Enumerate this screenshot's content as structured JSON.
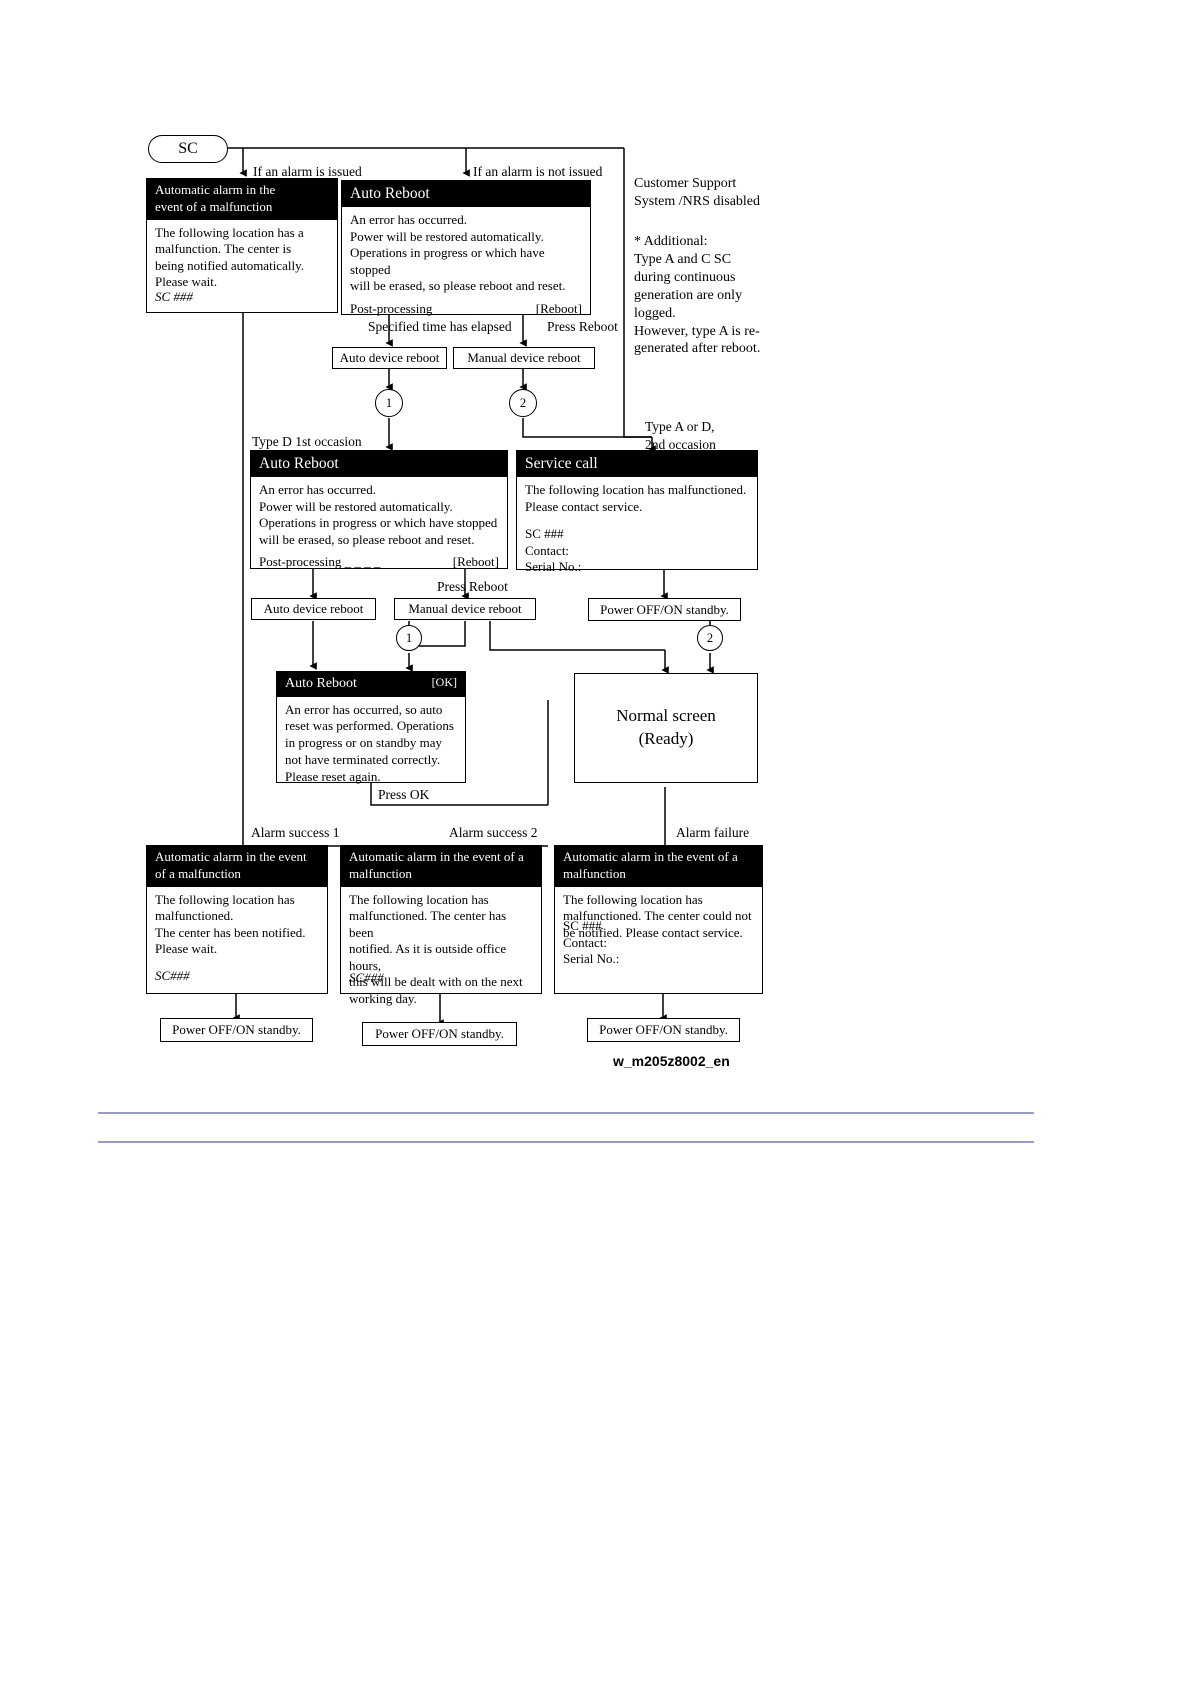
{
  "diagram": {
    "id_label": "w_m205z8002_en",
    "start": {
      "label": "SC"
    },
    "branch_labels": {
      "alarm_issued": "If an alarm is issued",
      "alarm_not_issued": "If an alarm is not issued"
    },
    "side_note": {
      "heading": "Customer Support\nSystem /NRS disabled",
      "body": "* Additional:\nType A and C SC\nduring continuous\ngeneration are only\nlogged.\nHowever, type A is re-\ngenerated after reboot."
    },
    "panels": {
      "auto_alarm_top": {
        "title": "Automatic alarm in the\nevent of a malfunction",
        "body": "The following location has a\nmalfunction. The center is\nbeing notified automatically.\nPlease wait.",
        "code": "SC ###"
      },
      "auto_reboot_top": {
        "title": "Auto Reboot",
        "body": "An error has occurred.\nPower will be restored automatically.\nOperations in progress or which have stopped\nwill be erased, so please reboot and reset.",
        "foot_left": "Post-processing _ _ _ _",
        "foot_right": "[Reboot]"
      },
      "auto_reboot_mid": {
        "title": "Auto Reboot",
        "body": "An error has occurred.\nPower will be restored automatically.\nOperations in progress or which have stopped\nwill be erased, so please reboot and reset.",
        "foot_left": "Post-processing _ _ _ _",
        "foot_right": "[Reboot]"
      },
      "service_call": {
        "title": "Service call",
        "body": "The following location has malfunctioned.\nPlease contact service.",
        "code": "SC ###\nContact:\nSerial No.:"
      },
      "auto_reboot_ok": {
        "title": "Auto Reboot",
        "title_right": "[OK]",
        "body": "An error has occurred, so auto\nreset was performed. Operations\nin progress or on standby may\nnot have terminated correctly.\nPlease reset again."
      },
      "alarm_success_1": {
        "title": "Automatic alarm in the event\nof a malfunction",
        "body": "The following location has\nmalfunctioned.\nThe center has been notified.\nPlease wait.",
        "code": "SC###"
      },
      "alarm_success_2": {
        "title": "Automatic alarm in the event of a\nmalfunction",
        "body": "The following location has\nmalfunctioned. The center has been\nnotified. As it is outside office hours,\nthis will be dealt with on the next\nworking day.",
        "code": "SC###"
      },
      "alarm_failure": {
        "title": "Automatic alarm in the event of a\nmalfunction",
        "body": "The following location has\nmalfunctioned. The center could not\nbe notified. Please contact service.",
        "code": "SC ###\nContact:\nSerial No.:"
      }
    },
    "process_boxes": {
      "auto_device_reboot_1": "Auto device reboot",
      "manual_device_reboot_1": "Manual  device reboot",
      "auto_device_reboot_2": "Auto device reboot",
      "manual_device_reboot_2": "Manual  device reboot",
      "power_standby_top": "Power OFF/ON standby.",
      "power_standby_1": "Power OFF/ON standby.",
      "power_standby_2": "Power OFF/ON standby.",
      "power_standby_3": "Power OFF/ON standby.",
      "normal_screen": {
        "line1": "Normal screen",
        "line2": "(Ready)"
      }
    },
    "connectors": {
      "one_a": "1",
      "two_a": "2",
      "one_b": "1",
      "two_b": "2"
    },
    "edge_labels": {
      "specified_time": "Specified time has elapsed",
      "press_reboot_1": "Press Reboot",
      "press_reboot_2": "Press Reboot",
      "press_ok": "Press OK",
      "type_d_first": "Type D 1st occasion",
      "type_a_or_d": "Type A or D,\n2nd occasion",
      "alarm_success_1": "Alarm success 1",
      "alarm_success_2": "Alarm success 2",
      "alarm_failure": "Alarm failure"
    }
  }
}
